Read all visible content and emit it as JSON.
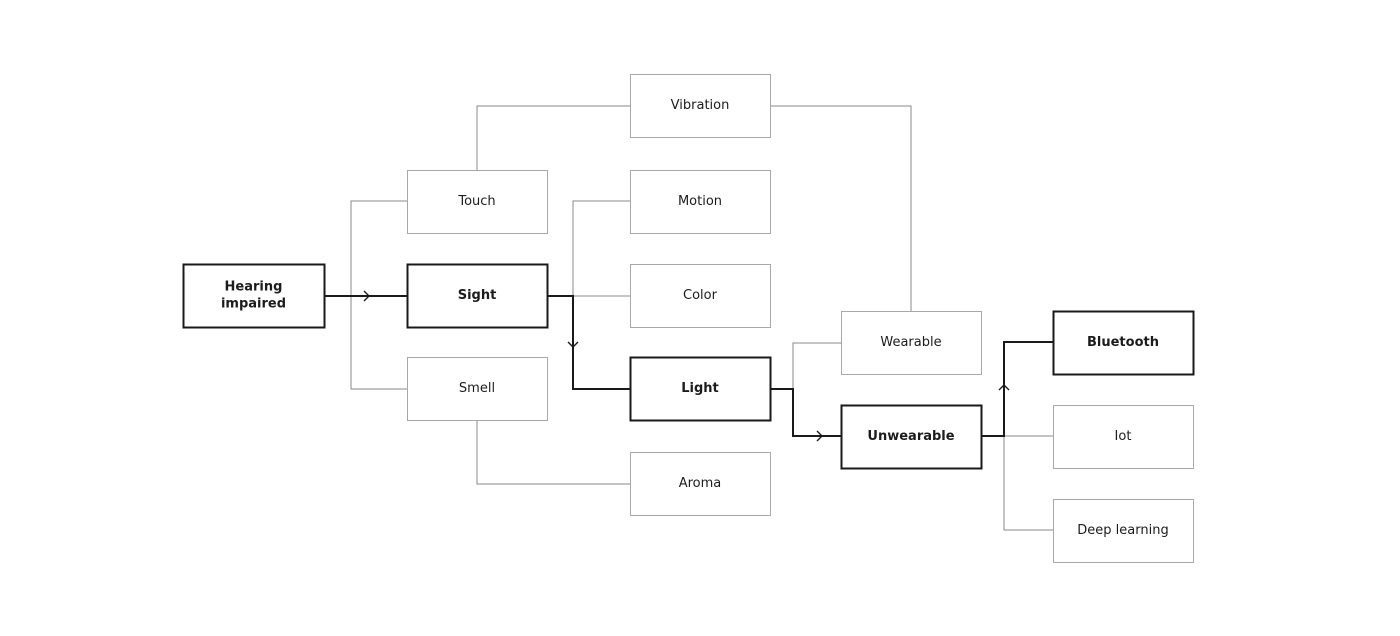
{
  "diagram": {
    "nodes": [
      {
        "id": "hearing",
        "lines": [
          "Hearing",
          "impaired"
        ],
        "emphasis": true
      },
      {
        "id": "touch",
        "lines": [
          "Touch"
        ],
        "emphasis": false
      },
      {
        "id": "sight",
        "lines": [
          "Sight"
        ],
        "emphasis": true
      },
      {
        "id": "smell",
        "lines": [
          "Smell"
        ],
        "emphasis": false
      },
      {
        "id": "vibration",
        "lines": [
          "Vibration"
        ],
        "emphasis": false
      },
      {
        "id": "motion",
        "lines": [
          "Motion"
        ],
        "emphasis": false
      },
      {
        "id": "color",
        "lines": [
          "Color"
        ],
        "emphasis": false
      },
      {
        "id": "light",
        "lines": [
          "Light"
        ],
        "emphasis": true
      },
      {
        "id": "aroma",
        "lines": [
          "Aroma"
        ],
        "emphasis": false
      },
      {
        "id": "wearable",
        "lines": [
          "Wearable"
        ],
        "emphasis": false
      },
      {
        "id": "unwearable",
        "lines": [
          "Unwearable"
        ],
        "emphasis": true
      },
      {
        "id": "bluetooth",
        "lines": [
          "Bluetooth"
        ],
        "emphasis": true
      },
      {
        "id": "iot",
        "lines": [
          "Iot"
        ],
        "emphasis": false
      },
      {
        "id": "deep-learning",
        "lines": [
          "Deep learning"
        ],
        "emphasis": false
      }
    ],
    "edges": [
      {
        "from": "hearing",
        "to": "touch",
        "emphasis": false
      },
      {
        "from": "hearing",
        "to": "sight",
        "emphasis": true
      },
      {
        "from": "hearing",
        "to": "smell",
        "emphasis": false
      },
      {
        "from": "touch",
        "to": "vibration",
        "emphasis": false
      },
      {
        "from": "vibration",
        "to": "wearable",
        "emphasis": false
      },
      {
        "from": "sight",
        "to": "color",
        "emphasis": false
      },
      {
        "from": "motion",
        "to": "light",
        "emphasis": false
      },
      {
        "from": "sight",
        "to": "light",
        "emphasis": true
      },
      {
        "from": "smell",
        "to": "aroma",
        "emphasis": false
      },
      {
        "from": "light",
        "to": "wearable",
        "emphasis": false
      },
      {
        "from": "light",
        "to": "unwearable",
        "emphasis": true
      },
      {
        "from": "unwearable",
        "to": "bluetooth",
        "emphasis": true
      },
      {
        "from": "unwearable",
        "to": "iot",
        "emphasis": false
      },
      {
        "from": "unwearable",
        "to": "deep-learning",
        "emphasis": false
      }
    ]
  }
}
